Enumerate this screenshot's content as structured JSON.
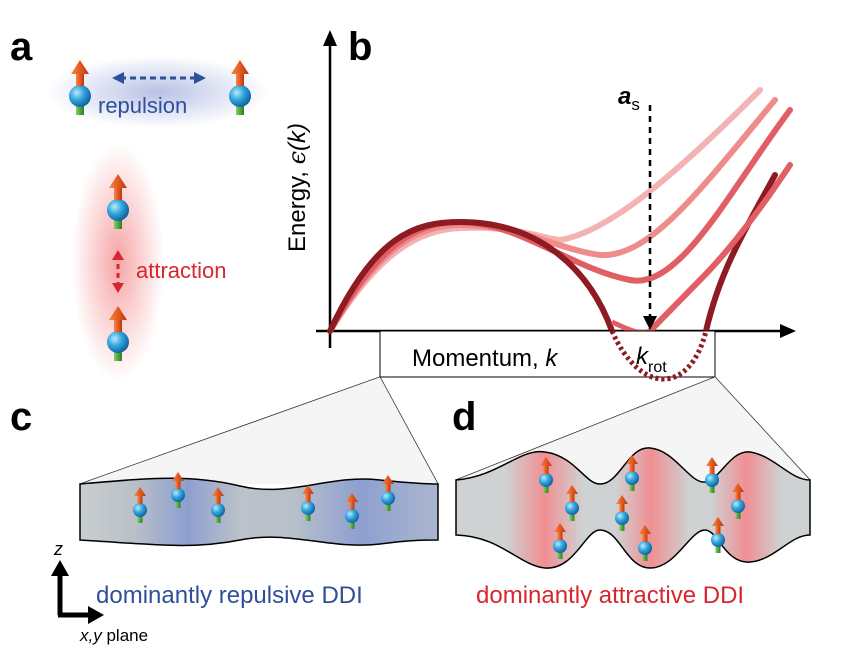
{
  "panels": {
    "a": {
      "letter": "a",
      "repulsion_label": "repulsion",
      "attraction_label": "attraction"
    },
    "b": {
      "letter": "b",
      "y_label_prefix": "Energy, ",
      "y_label_symbol": "ϵ",
      "y_label_suffix": "(k)",
      "x_label_prefix": "Momentum, ",
      "x_label_symbol": "k",
      "k_rot_main": "k",
      "k_rot_sub": "rot",
      "a_s_main": "a",
      "a_s_sub": "s"
    },
    "c": {
      "letter": "c",
      "caption": "dominantly repulsive DDI"
    },
    "d": {
      "letter": "d",
      "caption": "dominantly attractive DDI"
    },
    "axes_key": {
      "z_label": "z",
      "xy_label_italic": "x,y",
      "xy_label_plain": " plane"
    }
  },
  "colors": {
    "repulsive_blue": "#2e4f9a",
    "attractive_red": "#d7262e",
    "arrow_orange": "#e8572a",
    "sphere_blue": "#2fa3dc",
    "stem_green": "#4aa63a",
    "curve_light": "#f4a8a8",
    "curve_mid": "#e26a6a",
    "curve_dark": "#8e1a22"
  },
  "chart_data": {
    "type": "line",
    "title": "",
    "xlabel": "Momentum, k",
    "ylabel": "Energy, ϵ(k)",
    "annotations": [
      "a_s",
      "k_rot"
    ],
    "series_count": 4,
    "note_style": "increasing a_s deepens the roton minimum at k_rot"
  }
}
